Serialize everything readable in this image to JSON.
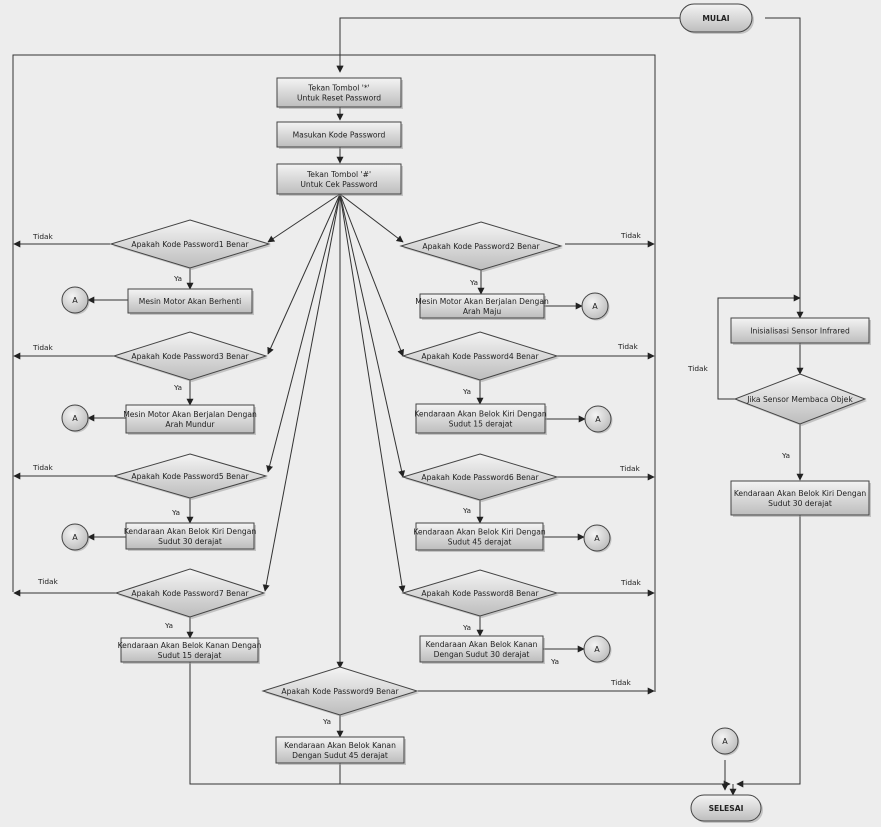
{
  "terminals": {
    "start": "MULAI",
    "end": "SELESAI"
  },
  "connector_label": "A",
  "edge_labels": {
    "yes": "Ya",
    "no": "Tidak"
  },
  "process": {
    "p_reset": [
      "Tekan Tombol  '*'",
      "Untuk  Reset Password"
    ],
    "p_input": [
      "Masukan  Kode Password"
    ],
    "p_check": [
      "Tekan Tombol  '#'",
      "Untuk  Cek Password"
    ],
    "p1": [
      "Mesin Motor Akan Berhenti"
    ],
    "p2": [
      "Mesin Motor Akan Berjalan Dengan",
      "Arah Maju"
    ],
    "p3": [
      "Mesin Motor Akan Berjalan Dengan",
      "Arah Mundur"
    ],
    "p4": [
      "Kendaraan Akan Belok Kiri Dengan",
      "Sudut 15 derajat"
    ],
    "p5": [
      "Kendaraan Akan Belok Kiri Dengan",
      "Sudut 30 derajat"
    ],
    "p6": [
      "Kendaraan Akan Belok Kiri Dengan",
      "Sudut 45 derajat"
    ],
    "p7": [
      "Kendaraan Akan Belok Kanan Dengan",
      "Sudut 15 derajat"
    ],
    "p8": [
      "Kendaraan Akan Belok Kanan",
      "Dengan Sudut 30 derajat"
    ],
    "p9": [
      "Kendaraan Akan Belok Kanan",
      "Dengan Sudut 45 derajat"
    ],
    "p_ir": [
      "Inisialisasi Sensor Infrared"
    ],
    "p_ir_turn": [
      "Kendaraan Akan Belok Kiri Dengan",
      "Sudut 30 derajat"
    ]
  },
  "decisions": {
    "d1": "Apakah Kode Password1 Benar",
    "d2": "Apakah Kode Password2 Benar",
    "d3": "Apakah Kode Password3 Benar",
    "d4": "Apakah Kode Password4 Benar",
    "d5": "Apakah Kode Password5 Benar",
    "d6": "Apakah Kode Password6 Benar",
    "d7": "Apakah Kode Password7 Benar",
    "d8": "Apakah Kode Password8 Benar",
    "d9": "Apakah Kode Password9 Benar",
    "d_ir": "Jika Sensor Membaca Objek"
  }
}
